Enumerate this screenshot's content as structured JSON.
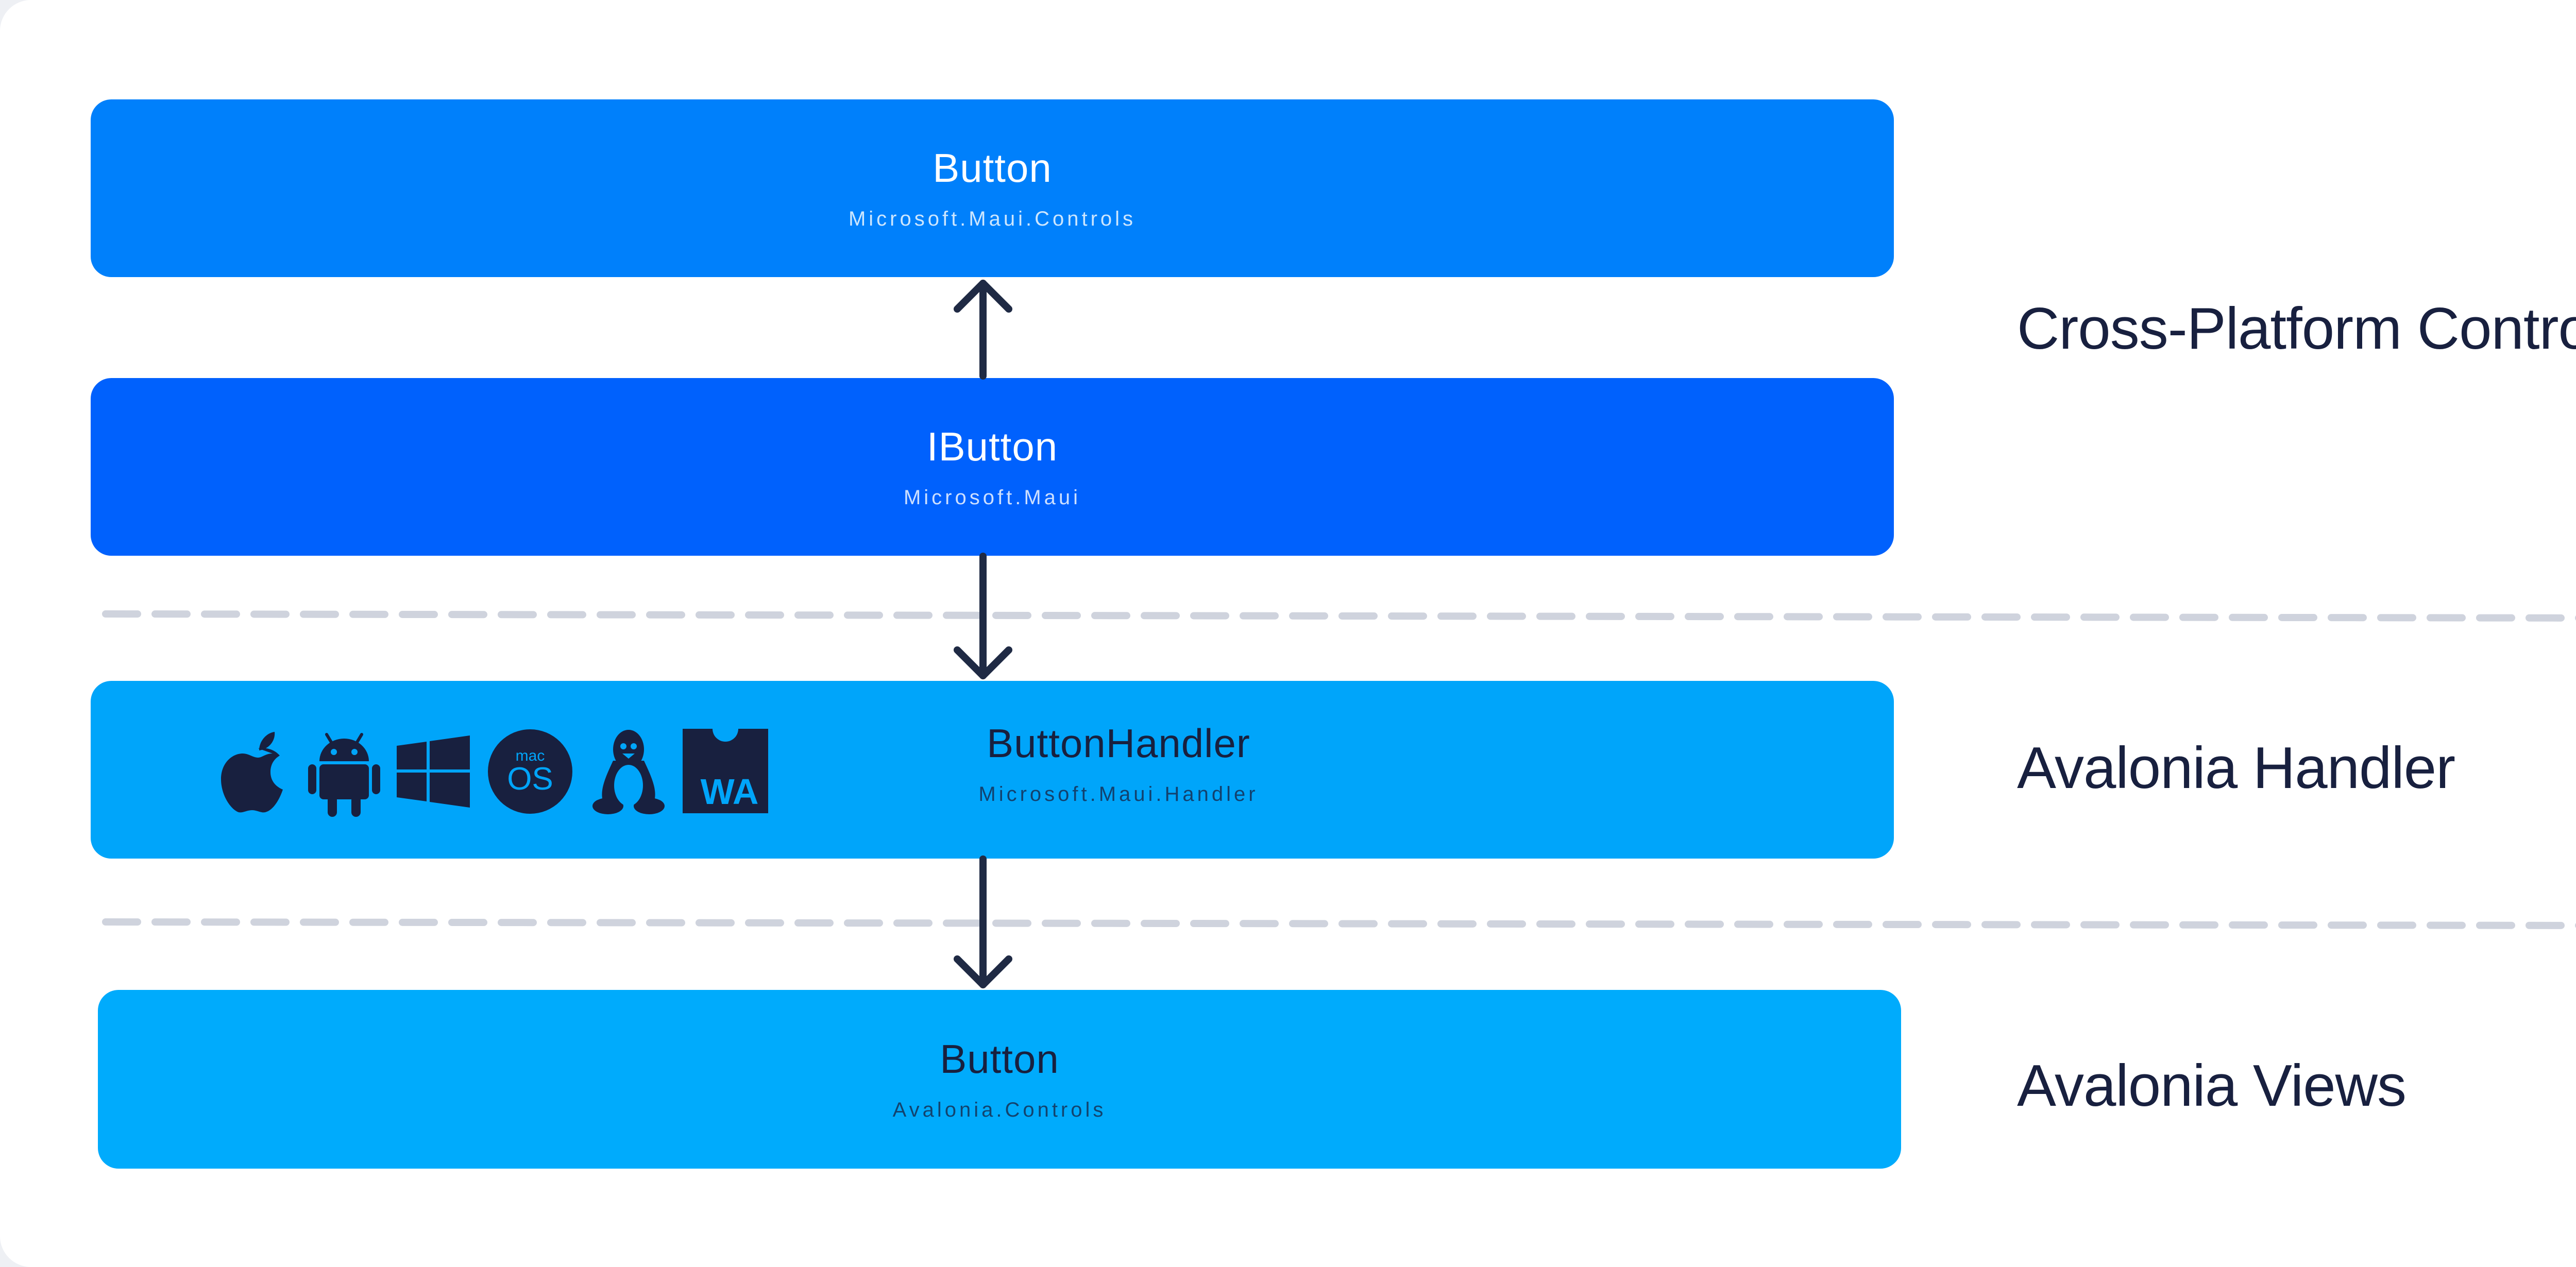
{
  "layers": [
    {
      "title": "Button",
      "subtitle": "Microsoft.Maui.Controls"
    },
    {
      "title": "IButton",
      "subtitle": "Microsoft.Maui"
    },
    {
      "title": "ButtonHandler",
      "subtitle": "Microsoft.Maui.Handler"
    },
    {
      "title": "Button",
      "subtitle": "Avalonia.Controls"
    }
  ],
  "side_labels": {
    "cross_platform": "Cross-Platform Control",
    "handler": "Avalonia Handler",
    "views": "Avalonia Views"
  },
  "platform_icons": {
    "items": [
      "apple-icon",
      "android-icon",
      "windows-icon",
      "macos-icon",
      "linux-icon",
      "webassembly-icon"
    ],
    "macos_small": "mac",
    "macos_big": "OS",
    "wasm": "WA"
  },
  "colors": {
    "controls_layer": "#0080fb",
    "interface_layer": "#0061fd",
    "handler_layer": "#00a5fa",
    "views_layer": "#00abfc",
    "arrow": "#1f2a44",
    "divider": "#cfd3dd",
    "text_dark": "#18203f"
  }
}
